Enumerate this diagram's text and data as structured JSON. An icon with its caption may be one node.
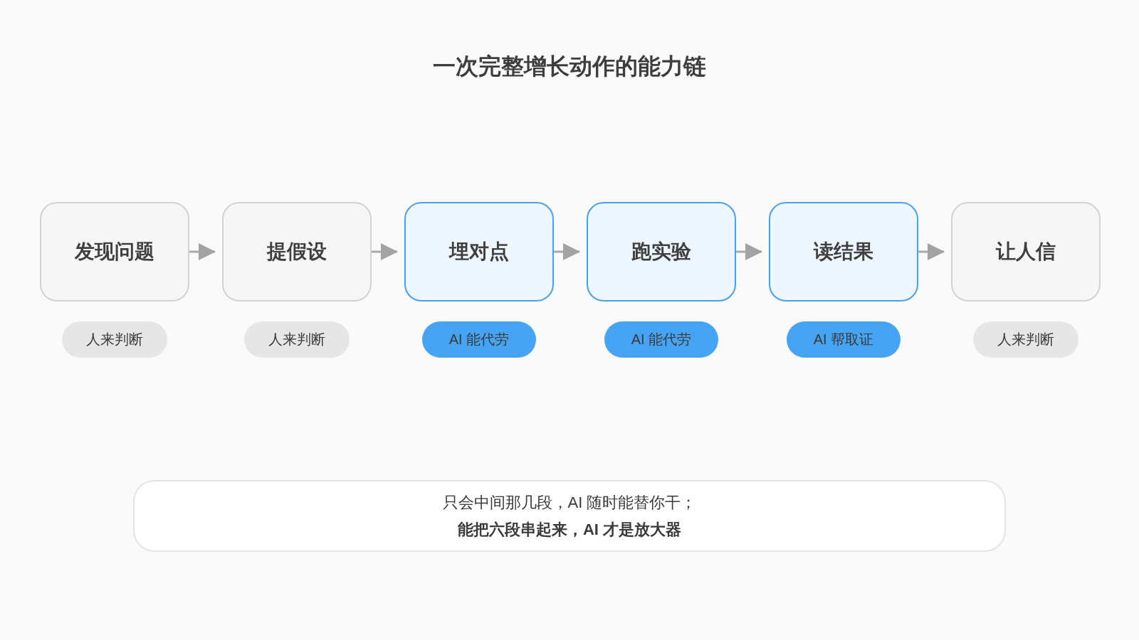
{
  "diagram": {
    "title": "一次完整增长动作的能力链",
    "nodes": [
      {
        "text": [
          "发现问题"
        ]
      },
      {
        "text": [
          "提假设"
        ]
      },
      {
        "text": [
          "埋对点"
        ]
      },
      {
        "text": [
          "跑实验"
        ]
      },
      {
        "text": [
          "读结果"
        ]
      },
      {
        "text": [
          "让人信"
        ]
      },
      {
        "text": [
          "人来判断"
        ]
      },
      {
        "text": [
          "人来判断"
        ]
      },
      {
        "text": [
          "AI 能代劳"
        ]
      },
      {
        "text": [
          "AI 能代劳"
        ]
      },
      {
        "text": [
          "AI 帮取证"
        ]
      },
      {
        "text": [
          "人来判断"
        ]
      },
      {
        "text": [
          "只会中间那几段，AI 随时能替你干；",
          "能把六段串起来，AI 才是放大器"
        ]
      }
    ],
    "edges": [
      {
        "from": 0,
        "to": 1,
        "arrow": "to"
      },
      {
        "from": 1,
        "to": 2,
        "arrow": "to"
      },
      {
        "from": 2,
        "to": 3,
        "arrow": "to"
      },
      {
        "from": 3,
        "to": 4,
        "arrow": "to"
      },
      {
        "from": 4,
        "to": 5,
        "arrow": "to"
      }
    ]
  }
}
